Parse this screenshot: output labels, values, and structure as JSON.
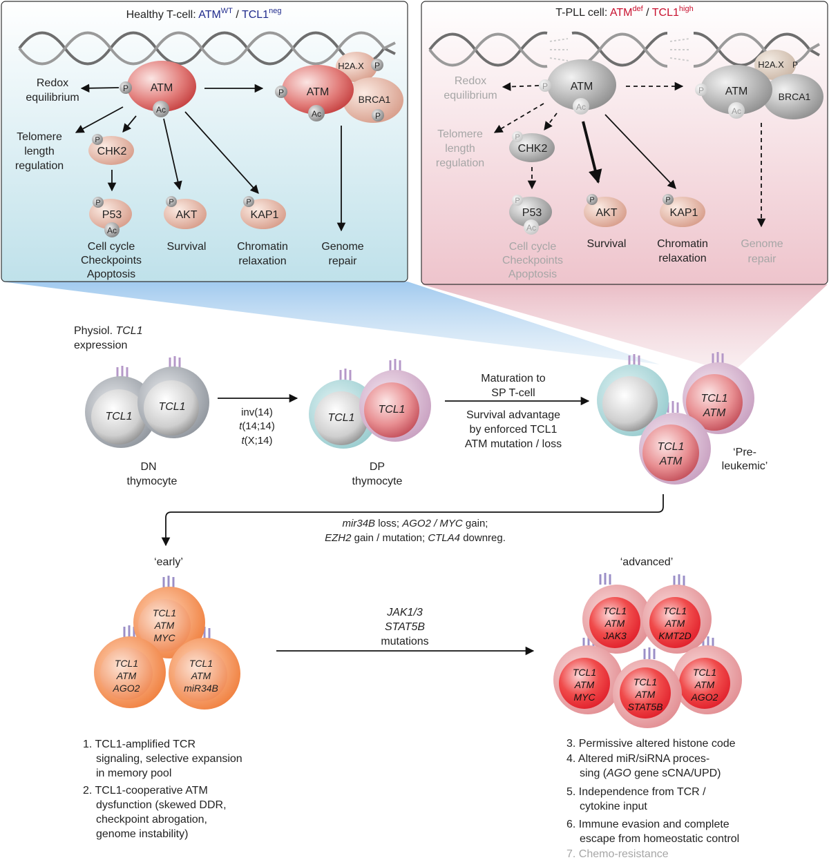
{
  "healthy_panel": {
    "title": "Healthy T-cell: ",
    "title_atm": "ATM",
    "title_atm_sup": "WT",
    "title_sep": " / ",
    "title_tcl": "TCL1",
    "title_tcl_sup": "neg",
    "nodes": {
      "atm": "ATM",
      "atm2": "ATM",
      "h2ax": "H2A.X",
      "brca1": "BRCA1",
      "chk2": "CHK2",
      "p53": "P53",
      "akt": "AKT",
      "kap1": "KAP1",
      "p": "P",
      "ac": "Ac"
    },
    "outcomes": {
      "redox_1": "Redox",
      "redox_2": "equilibrium",
      "telomere_1": "Telomere",
      "telomere_2": "length",
      "telomere_3": "regulation",
      "cellcycle_1": "Cell cycle",
      "cellcycle_2": "Checkpoints",
      "cellcycle_3": "Apoptosis",
      "survival": "Survival",
      "chromatin_1": "Chromatin",
      "chromatin_2": "relaxation",
      "genome_1": "Genome",
      "genome_2": "repair"
    }
  },
  "tpll_panel": {
    "title": "T-PLL cell: ",
    "title_atm": "ATM",
    "title_atm_sup": "def",
    "title_sep": " / ",
    "title_tcl": "TCL1",
    "title_tcl_sup": "high"
  },
  "thymus": {
    "physiol_1": "Physiol. ",
    "physiol_tcl1": "TCL1",
    "physiol_2": "expression",
    "tcl1": "TCL1",
    "atm": "ATM",
    "dn_1": "DN",
    "dn_2": "thymocyte",
    "dp_1": "DP",
    "dp_2": "thymocyte",
    "inv_1": "inv(14)",
    "inv_2_t": "t",
    "inv_2_rest": "(14;14)",
    "inv_3_t": "t",
    "inv_3_rest": "(X;14)",
    "mat_1": "Maturation to",
    "mat_2": "SP T-cell",
    "surv_1": "Survival advantage",
    "surv_2": "by enforced TCL1",
    "atm_mut": "ATM mutation / loss",
    "preleuk_1": "‘Pre-",
    "preleuk_2": "leukemic’"
  },
  "progression": {
    "line1_a": "mir34B",
    "line1_b": " loss; ",
    "line1_c": "AGO2 / MYC",
    "line1_d": " gain;",
    "line2_a": "EZH2",
    "line2_b": " gain / mutation; ",
    "line2_c": "CTLA4",
    "line2_d": " downreg.",
    "early": "‘early’",
    "advanced": "‘advanced’",
    "jak_1": "JAK1/3",
    "jak_2": "STAT5B",
    "jak_3": "mutations",
    "early_genes": {
      "myc": "MYC",
      "ago2": "AGO2",
      "mir34b": "miR34B"
    },
    "adv_genes": {
      "jak3": "JAK3",
      "kmt2d": "KMT2D",
      "myc": "MYC",
      "stat5b": "STAT5B",
      "ago2": "AGO2"
    }
  },
  "early_features": {
    "f1_1": "1. TCL1-amplified TCR",
    "f1_2": "signaling, selective expansion",
    "f1_3": "in memory pool",
    "f2_1": "2. TCL1-cooperative ATM",
    "f2_2": "dysfunction (skewed DDR,",
    "f2_3": "checkpoint abrogation,",
    "f2_4": "genome instability)"
  },
  "adv_features": {
    "f3": "3. Permissive altered histone code",
    "f4_1": "4. Altered miR/siRNA proces-",
    "f4_2a": "sing (",
    "f4_2b": "AGO",
    "f4_2c": " gene sCNA/UPD)",
    "f5_1": "5. Independence from TCR /",
    "f5_2": "cytokine input",
    "f6_1": "6. Immune evasion and complete",
    "f6_2": "escape from homeostatic control",
    "f7": "7. Chemo-resistance"
  },
  "colors": {
    "atm_blue": "#1f2a8c",
    "tpll_red": "#c8102e",
    "orange_text": "#e87a3c",
    "pink_text": "#e06f76",
    "panel_blue": "#cfe8ef",
    "panel_pink": "#f3d6dc"
  }
}
